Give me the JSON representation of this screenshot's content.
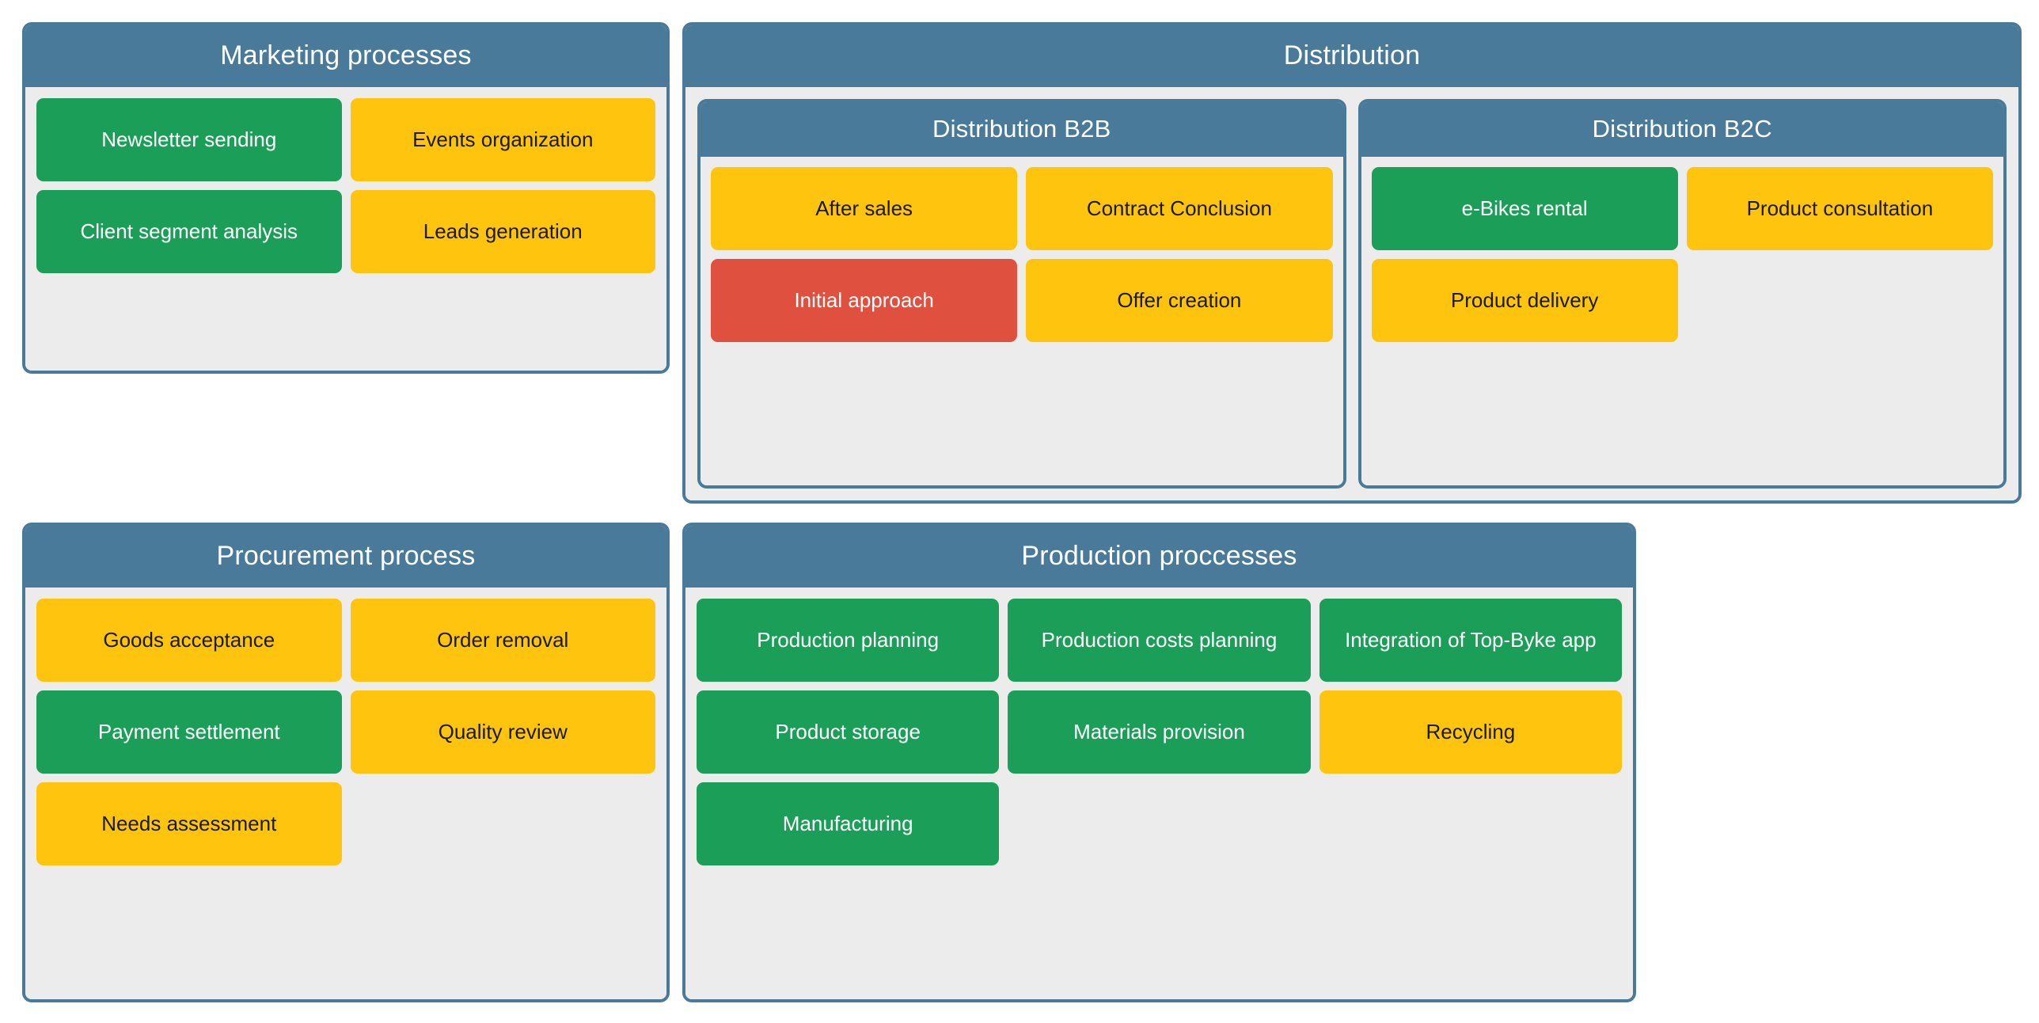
{
  "colors": {
    "header_blue": "#4a7a99",
    "panel_background": "#ececec",
    "tile_green": "#1b9e57",
    "tile_yellow": "#ffc40d",
    "tile_red": "#e0503e",
    "canvas": "#ffffff"
  },
  "panels": {
    "marketing": {
      "title": "Marketing processes",
      "tiles": [
        {
          "label": "Newsletter sending",
          "color": "green"
        },
        {
          "label": "Events organization",
          "color": "yellow"
        },
        {
          "label": "Client segment analysis",
          "color": "green"
        },
        {
          "label": "Leads generation",
          "color": "yellow"
        }
      ]
    },
    "distribution": {
      "title": "Distribution",
      "subpanels": [
        {
          "title": "Distribution B2B",
          "tiles": [
            {
              "label": "After sales",
              "color": "yellow"
            },
            {
              "label": "Contract Conclusion",
              "color": "yellow"
            },
            {
              "label": "Initial approach",
              "color": "red"
            },
            {
              "label": "Offer creation",
              "color": "yellow"
            }
          ]
        },
        {
          "title": "Distribution B2C",
          "tiles": [
            {
              "label": "e-Bikes rental",
              "color": "green"
            },
            {
              "label": "Product consultation",
              "color": "yellow"
            },
            {
              "label": "Product delivery",
              "color": "yellow"
            }
          ]
        }
      ]
    },
    "procurement": {
      "title": "Procurement process",
      "tiles": [
        {
          "label": "Goods acceptance",
          "color": "yellow"
        },
        {
          "label": "Order removal",
          "color": "yellow"
        },
        {
          "label": "Payment settlement",
          "color": "green"
        },
        {
          "label": "Quality review",
          "color": "yellow"
        },
        {
          "label": "Needs assessment",
          "color": "yellow"
        }
      ]
    },
    "production": {
      "title": "Production proccesses",
      "tiles": [
        {
          "label": "Production planning",
          "color": "green"
        },
        {
          "label": "Production costs planning",
          "color": "green"
        },
        {
          "label": "Integration of Top-Byke app",
          "color": "green"
        },
        {
          "label": "Product storage",
          "color": "green"
        },
        {
          "label": "Materials provision",
          "color": "green"
        },
        {
          "label": "Recycling",
          "color": "yellow"
        },
        {
          "label": "Manufacturing",
          "color": "green"
        }
      ]
    }
  }
}
